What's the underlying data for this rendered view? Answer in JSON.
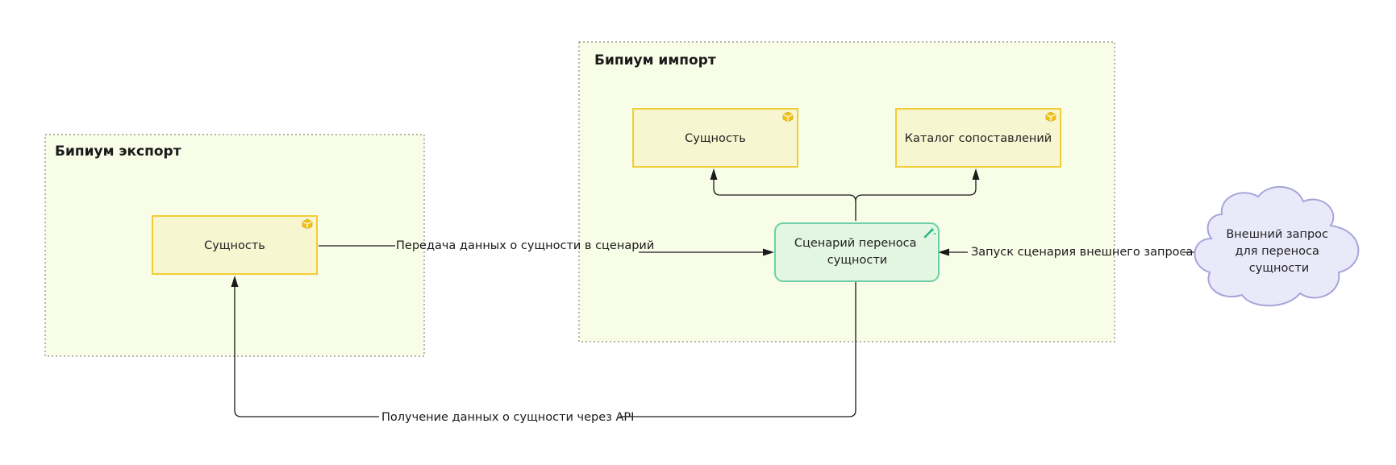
{
  "colors": {
    "group_fill": "#f8fde8",
    "group_border": "#8a8a7a",
    "component_fill": "#f8f6d0",
    "component_border": "#f2cc35",
    "component_icon": "#f2c31b",
    "scenario_fill": "#e2f6e2",
    "scenario_border": "#6ecfa8",
    "scenario_icon": "#2bb583",
    "cloud_fill": "#e9e9fa",
    "cloud_border": "#a7a5d9",
    "edge": "#1a1a1a"
  },
  "groups": {
    "export": {
      "title": "Бипиум экспорт"
    },
    "import": {
      "title": "Бипиум импорт"
    }
  },
  "nodes": {
    "export_entity": {
      "label": "Сущность",
      "icon": "package-icon"
    },
    "import_entity": {
      "label": "Сущность",
      "icon": "package-icon"
    },
    "mapping_catalog": {
      "label": "Каталог сопоставлений",
      "icon": "package-icon"
    },
    "transfer_scenario": {
      "lines": [
        "Сценарий переноса",
        "сущности"
      ],
      "icon": "magic-wand-icon"
    },
    "external_request": {
      "lines": [
        "Внешний запрос",
        "для переноса",
        "сущности"
      ]
    }
  },
  "edges": {
    "transfer_data": {
      "label": "Передача данных о сущности в сценарий"
    },
    "run_scenario": {
      "label": "Запуск сценария внешнего запроса"
    },
    "get_via_api": {
      "label": "Получение данных о сущности через API"
    }
  }
}
